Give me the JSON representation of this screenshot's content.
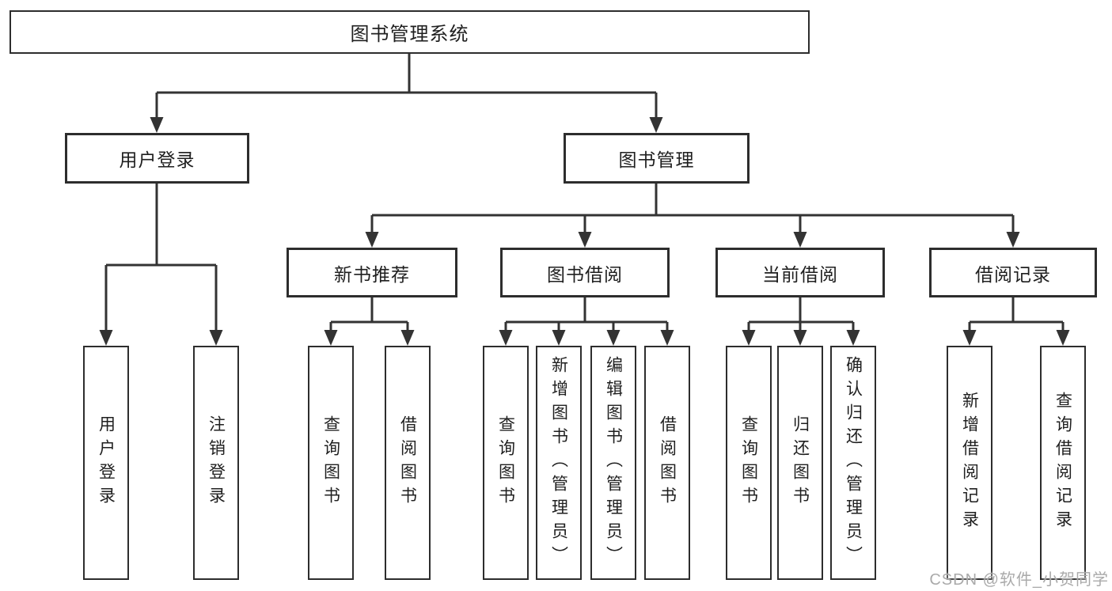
{
  "colors": {
    "line": "#333333",
    "border": "#2d2d2d",
    "text": "#1f1f1f",
    "bg": "#ffffff",
    "watermark": "#aaaaaa"
  },
  "watermark": {
    "text": "CSDN @软件_小贺同学"
  },
  "tree": {
    "label": "图书管理系统",
    "children": [
      {
        "label": "用户登录",
        "children": [
          {
            "label": "用户登录"
          },
          {
            "label": "注销登录"
          }
        ]
      },
      {
        "label": "图书管理",
        "children": [
          {
            "label": "新书推荐",
            "children": [
              {
                "label": "查询图书"
              },
              {
                "label": "借阅图书"
              }
            ]
          },
          {
            "label": "图书借阅",
            "children": [
              {
                "label": "查询图书"
              },
              {
                "label": "新增图书（管理员）"
              },
              {
                "label": "编辑图书（管理员）"
              },
              {
                "label": "借阅图书"
              }
            ]
          },
          {
            "label": "当前借阅",
            "children": [
              {
                "label": "查询图书"
              },
              {
                "label": "归还图书"
              },
              {
                "label": "确认归还（管理员）"
              }
            ]
          },
          {
            "label": "借阅记录",
            "children": [
              {
                "label": "新增借阅记录"
              },
              {
                "label": "查询借阅记录"
              }
            ]
          }
        ]
      }
    ]
  }
}
